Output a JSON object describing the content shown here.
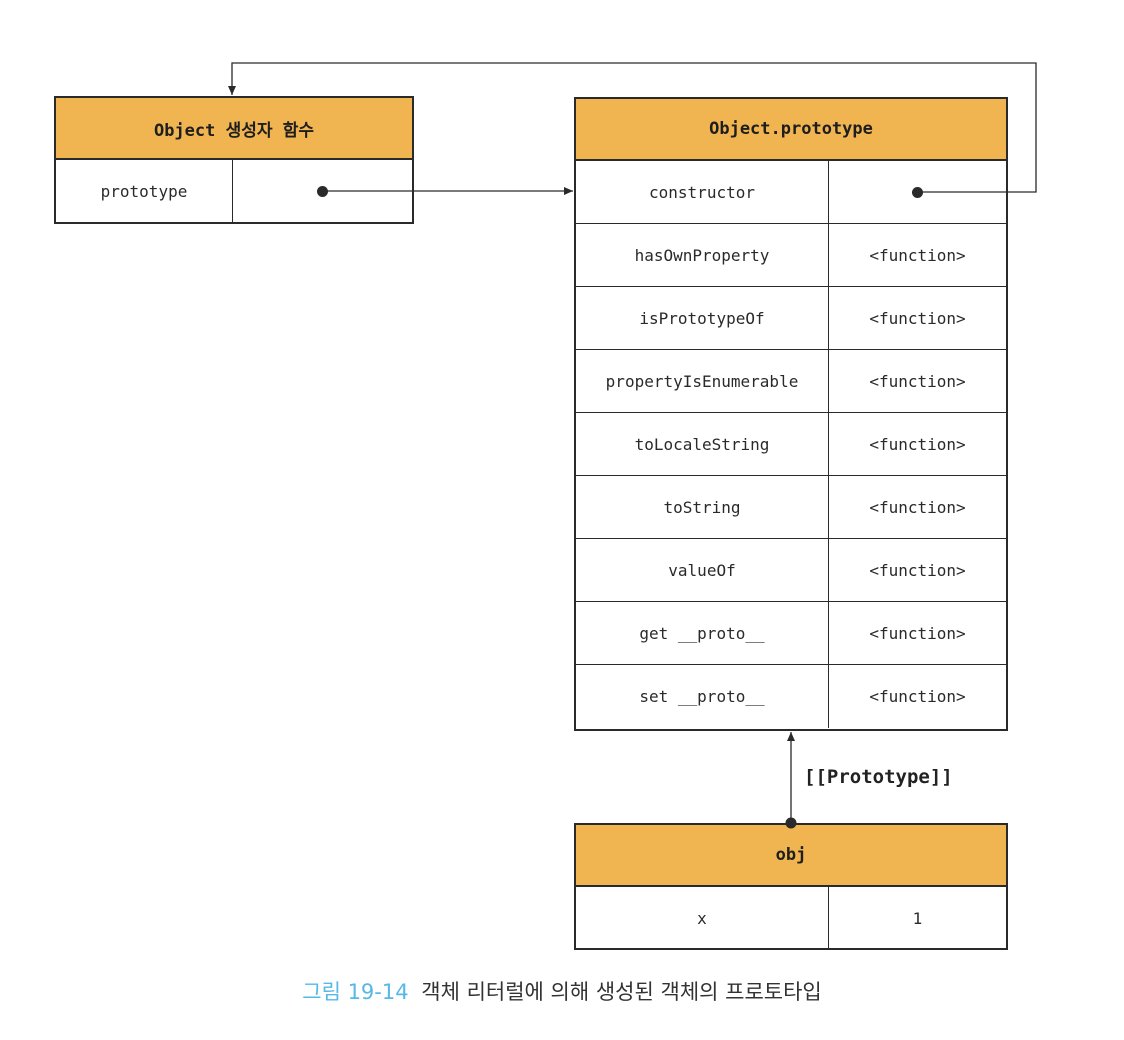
{
  "constructor_box": {
    "title": "Object 생성자 함수",
    "rows": [
      {
        "key": "prototype",
        "value": "",
        "pointer": true
      }
    ]
  },
  "prototype_box": {
    "title": "Object.prototype",
    "rows": [
      {
        "key": "constructor",
        "value": "",
        "pointer": true
      },
      {
        "key": "hasOwnProperty",
        "value": "<function>"
      },
      {
        "key": "isPrototypeOf",
        "value": "<function>"
      },
      {
        "key": "propertyIsEnumerable",
        "value": "<function>"
      },
      {
        "key": "toLocaleString",
        "value": "<function>"
      },
      {
        "key": "toString",
        "value": "<function>"
      },
      {
        "key": "valueOf",
        "value": "<function>"
      },
      {
        "key": "get __proto__",
        "value": "<function>"
      },
      {
        "key": "set __proto__",
        "value": "<function>"
      }
    ]
  },
  "obj_box": {
    "title": "obj",
    "rows": [
      {
        "key": "x",
        "value": "1"
      }
    ]
  },
  "prototype_link_label": "[[Prototype]]",
  "caption": {
    "figure_number": "그림 19-14",
    "text": "객체 리터럴에 의해 생성된 객체의 프로토타입"
  },
  "colors": {
    "header_fill": "#f0b451",
    "caption_number": "#55b8e6",
    "line": "#2a2a2a"
  }
}
